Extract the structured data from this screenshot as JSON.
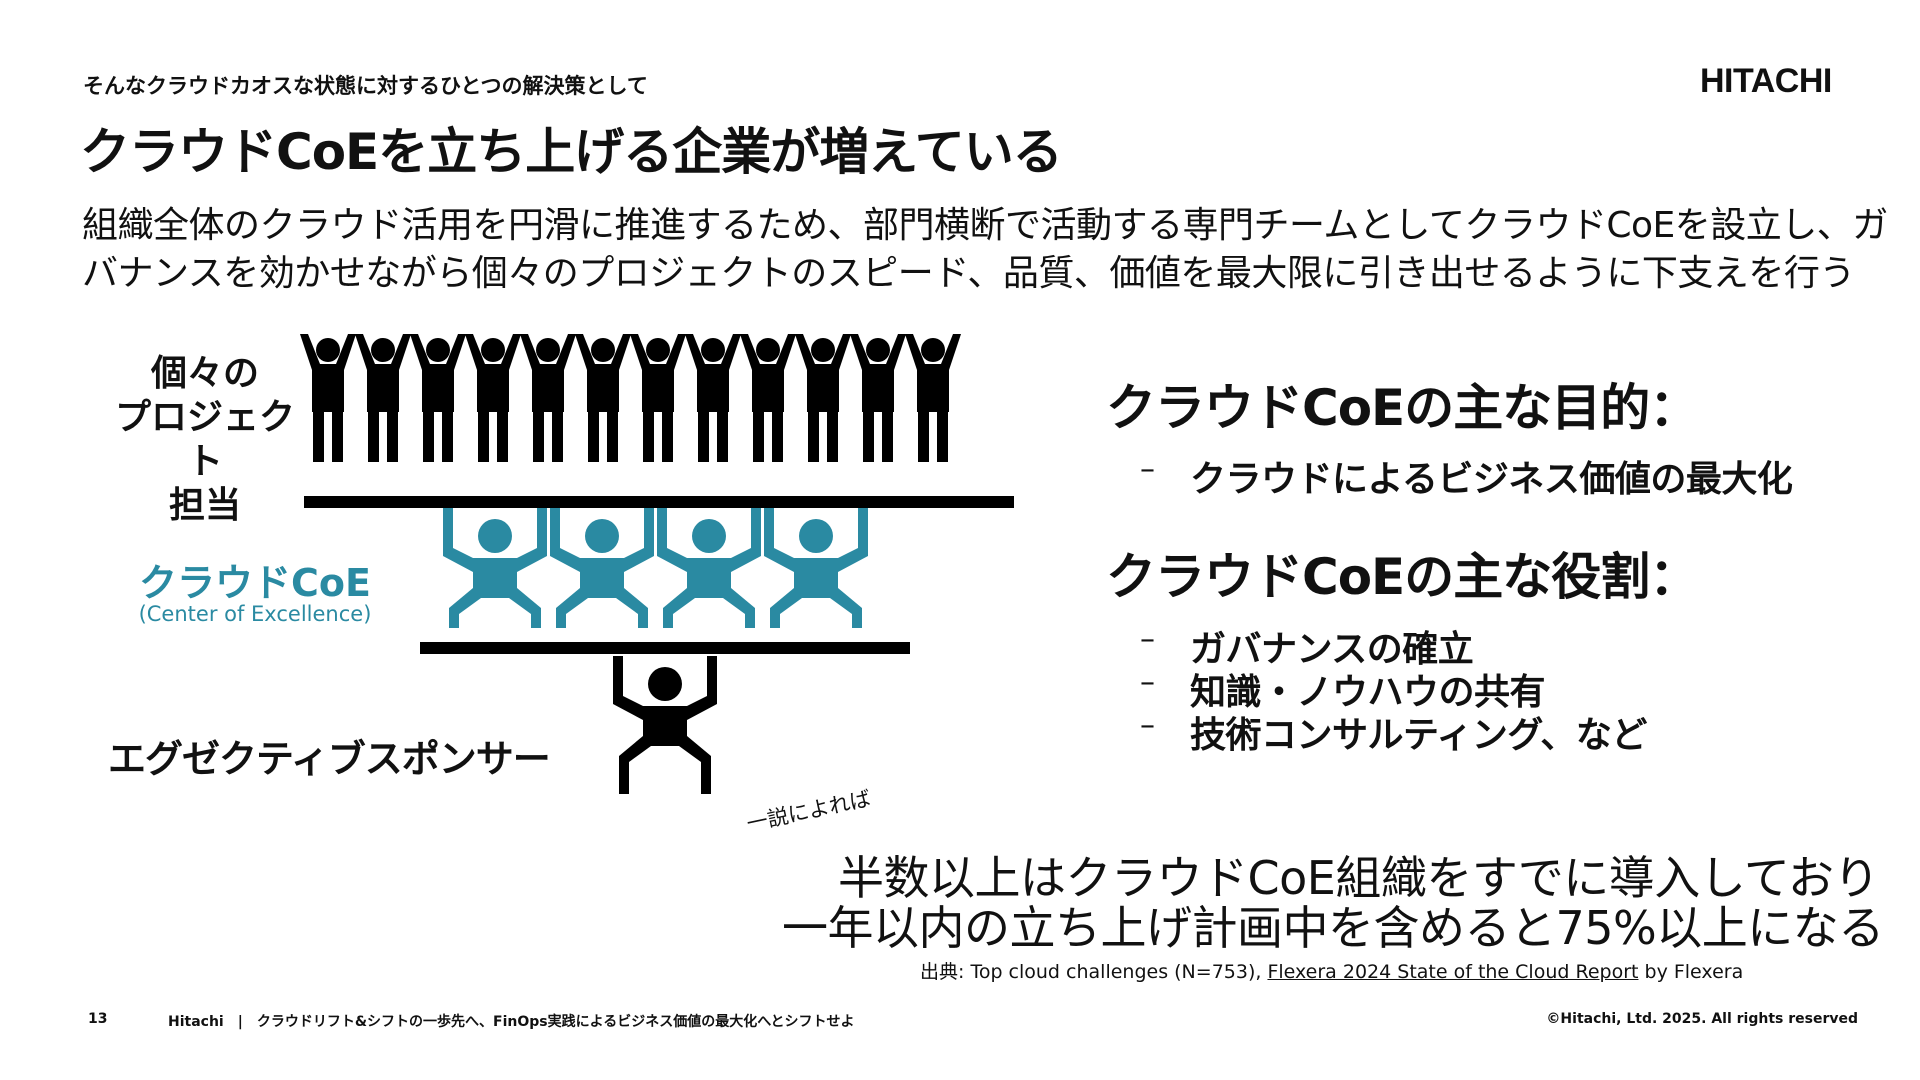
{
  "header": {
    "eyebrow": "そんなクラウドカオスな状態に対するひとつの解決策として",
    "logo": "HITACHI",
    "title": "クラウドCoEを立ち上げる企業が増えている",
    "lead_line1": "組織全体のクラウド活用を円滑に推進するため、部門横断で活動する専門チームとしてクラウドCoEを設立し、ガ",
    "lead_line2": "バナンスを効かせながら個々のプロジェクトのスピード、品質、価値を最大限に引き出せるように下支えを行う"
  },
  "illustration": {
    "team_label": [
      "個々の",
      "プロジェクト",
      "担当"
    ],
    "coe_label": "クラウドCoE",
    "coe_sublabel": "(Center of Excellence)",
    "executive_label": "エグゼクティブスポンサー",
    "colors": {
      "people": "#000000",
      "coe": "#2a8aa2",
      "platform": "#000000"
    }
  },
  "right_panel": {
    "purpose_heading": "クラウドCoEの主な目的：",
    "purposes": [
      "クラウドによるビジネス価値の最大化"
    ],
    "roles_heading": "クラウドCoEの主な役割：",
    "roles": [
      "ガバナンスの確立",
      "知識・ノウハウの共有",
      "技術コンサルティング、など"
    ],
    "dash": "–"
  },
  "statistic": {
    "note": "一説によれば",
    "line1": "半数以上はクラウドCoE組織をすでに導入しており",
    "line2": "一年以内の立ち上げ計画中を含めると75%以上になる"
  },
  "source": {
    "prefix": "出典: Top cloud challenges (N=753), ",
    "link": "Flexera 2024 State of the Cloud Report",
    "suffix": " by Flexera"
  },
  "footer": {
    "page_number": "13",
    "text": "Hitachi　|　クラウドリフト&シフトの一歩先へ、FinOps実践によるビジネス価値の最大化へとシフトせよ",
    "copyright": "©Hitachi, Ltd. 2025. All rights reserved"
  }
}
